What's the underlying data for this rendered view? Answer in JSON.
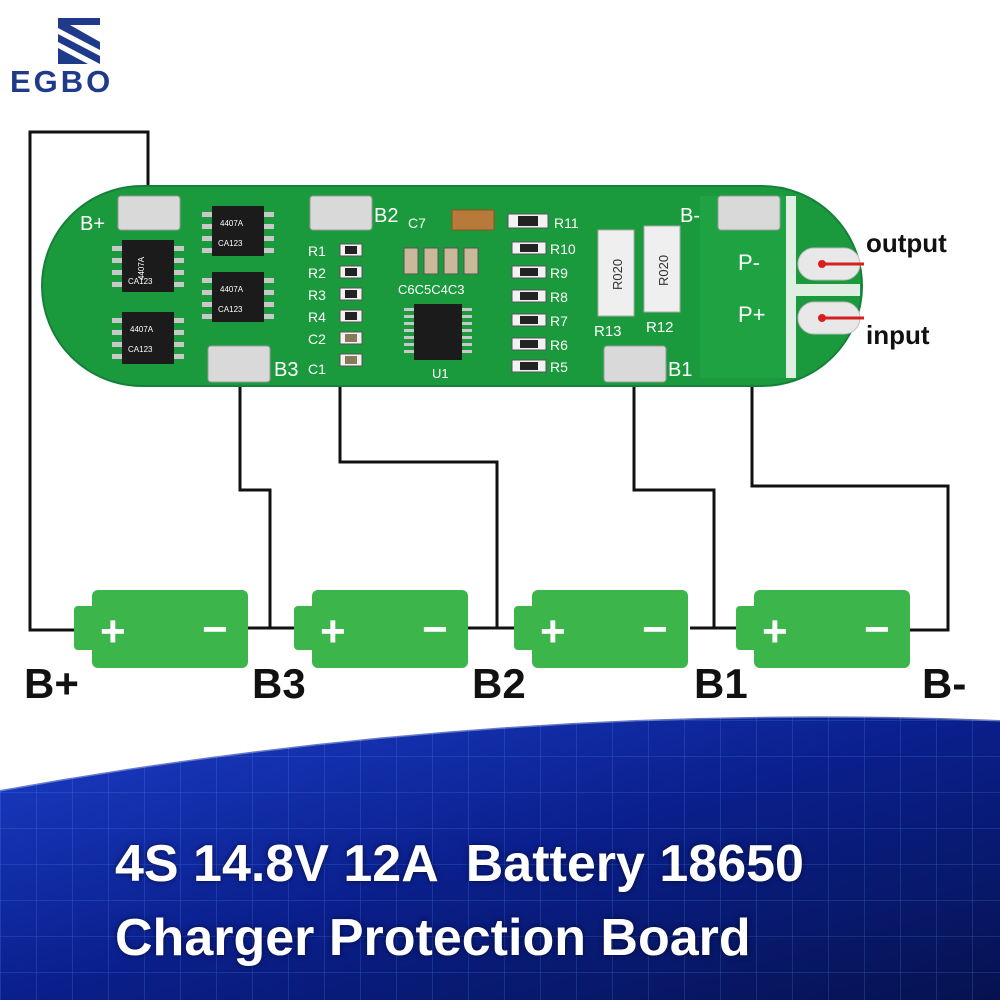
{
  "brand": {
    "name": "EGBO",
    "color": "#1f3a8a"
  },
  "board": {
    "color": "#1a9a3c",
    "pad_labels": {
      "bplus": "B+",
      "b2": "B2",
      "bminus": "B-",
      "b3": "B3",
      "b1": "B1"
    },
    "port_labels": {
      "p_minus": "P-",
      "p_plus": "P+"
    },
    "designators": {
      "c7": "C7",
      "r11": "R11",
      "r10": "R10",
      "r9": "R9",
      "r8": "R8",
      "r7": "R7",
      "r6": "R6",
      "r5": "R5",
      "r1": "R1",
      "r2": "R2",
      "r3": "R3",
      "r4": "R4",
      "c2": "C2",
      "c1": "C1",
      "c6c5c4c3": "C6C5C4C3",
      "u1": "U1",
      "r13": "R13",
      "r12": "R12"
    },
    "shunt_marking": "R020",
    "mosfet_marking": "4407A",
    "mosfet_code": "CA123"
  },
  "callouts": {
    "output": "output",
    "input": "input"
  },
  "battery": {
    "color": "#3cb54a",
    "plus": "+",
    "minus": "−"
  },
  "terminals": {
    "bplus": "B+",
    "b3": "B3",
    "b2": "B2",
    "b1": "B1",
    "bminus": "B-"
  },
  "banner": {
    "line1": "4S 14.8V 12A  Battery 18650",
    "line2": "Charger Protection Board",
    "bg_color": "#0a1a6e"
  }
}
